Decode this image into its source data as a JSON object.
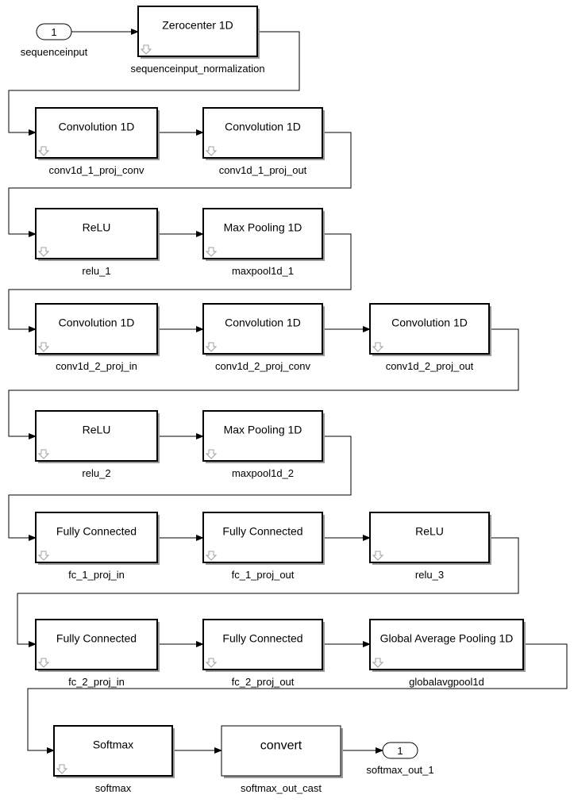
{
  "diagram": {
    "inport": {
      "number": "1",
      "label": "sequenceinput"
    },
    "outport": {
      "number": "1",
      "label": "softmax_out_1"
    },
    "blocks": [
      {
        "id": "b0",
        "title": "Zerocenter 1D",
        "label": "sequenceinput_normalization"
      },
      {
        "id": "b1",
        "title": "Convolution 1D",
        "label": "conv1d_1_proj_conv"
      },
      {
        "id": "b2",
        "title": "Convolution 1D",
        "label": "conv1d_1_proj_out"
      },
      {
        "id": "b3",
        "title": "ReLU",
        "label": "relu_1"
      },
      {
        "id": "b4",
        "title": "Max Pooling 1D",
        "label": "maxpool1d_1"
      },
      {
        "id": "b5",
        "title": "Convolution 1D",
        "label": "conv1d_2_proj_in"
      },
      {
        "id": "b6",
        "title": "Convolution 1D",
        "label": "conv1d_2_proj_conv"
      },
      {
        "id": "b7",
        "title": "Convolution 1D",
        "label": "conv1d_2_proj_out"
      },
      {
        "id": "b8",
        "title": "ReLU",
        "label": "relu_2"
      },
      {
        "id": "b9",
        "title": "Max Pooling 1D",
        "label": "maxpool1d_2"
      },
      {
        "id": "b10",
        "title": "Fully Connected",
        "label": "fc_1_proj_in"
      },
      {
        "id": "b11",
        "title": "Fully Connected",
        "label": "fc_1_proj_out"
      },
      {
        "id": "b12",
        "title": "ReLU",
        "label": "relu_3"
      },
      {
        "id": "b13",
        "title": "Fully Connected",
        "label": "fc_2_proj_in"
      },
      {
        "id": "b14",
        "title": "Fully Connected",
        "label": "fc_2_proj_out"
      },
      {
        "id": "b15",
        "title": "Global Average Pooling 1D",
        "label": "globalavgpool1d"
      },
      {
        "id": "b16",
        "title": "Softmax",
        "label": "softmax"
      },
      {
        "id": "b17",
        "title": "convert",
        "label": "softmax_out_cast"
      }
    ]
  }
}
